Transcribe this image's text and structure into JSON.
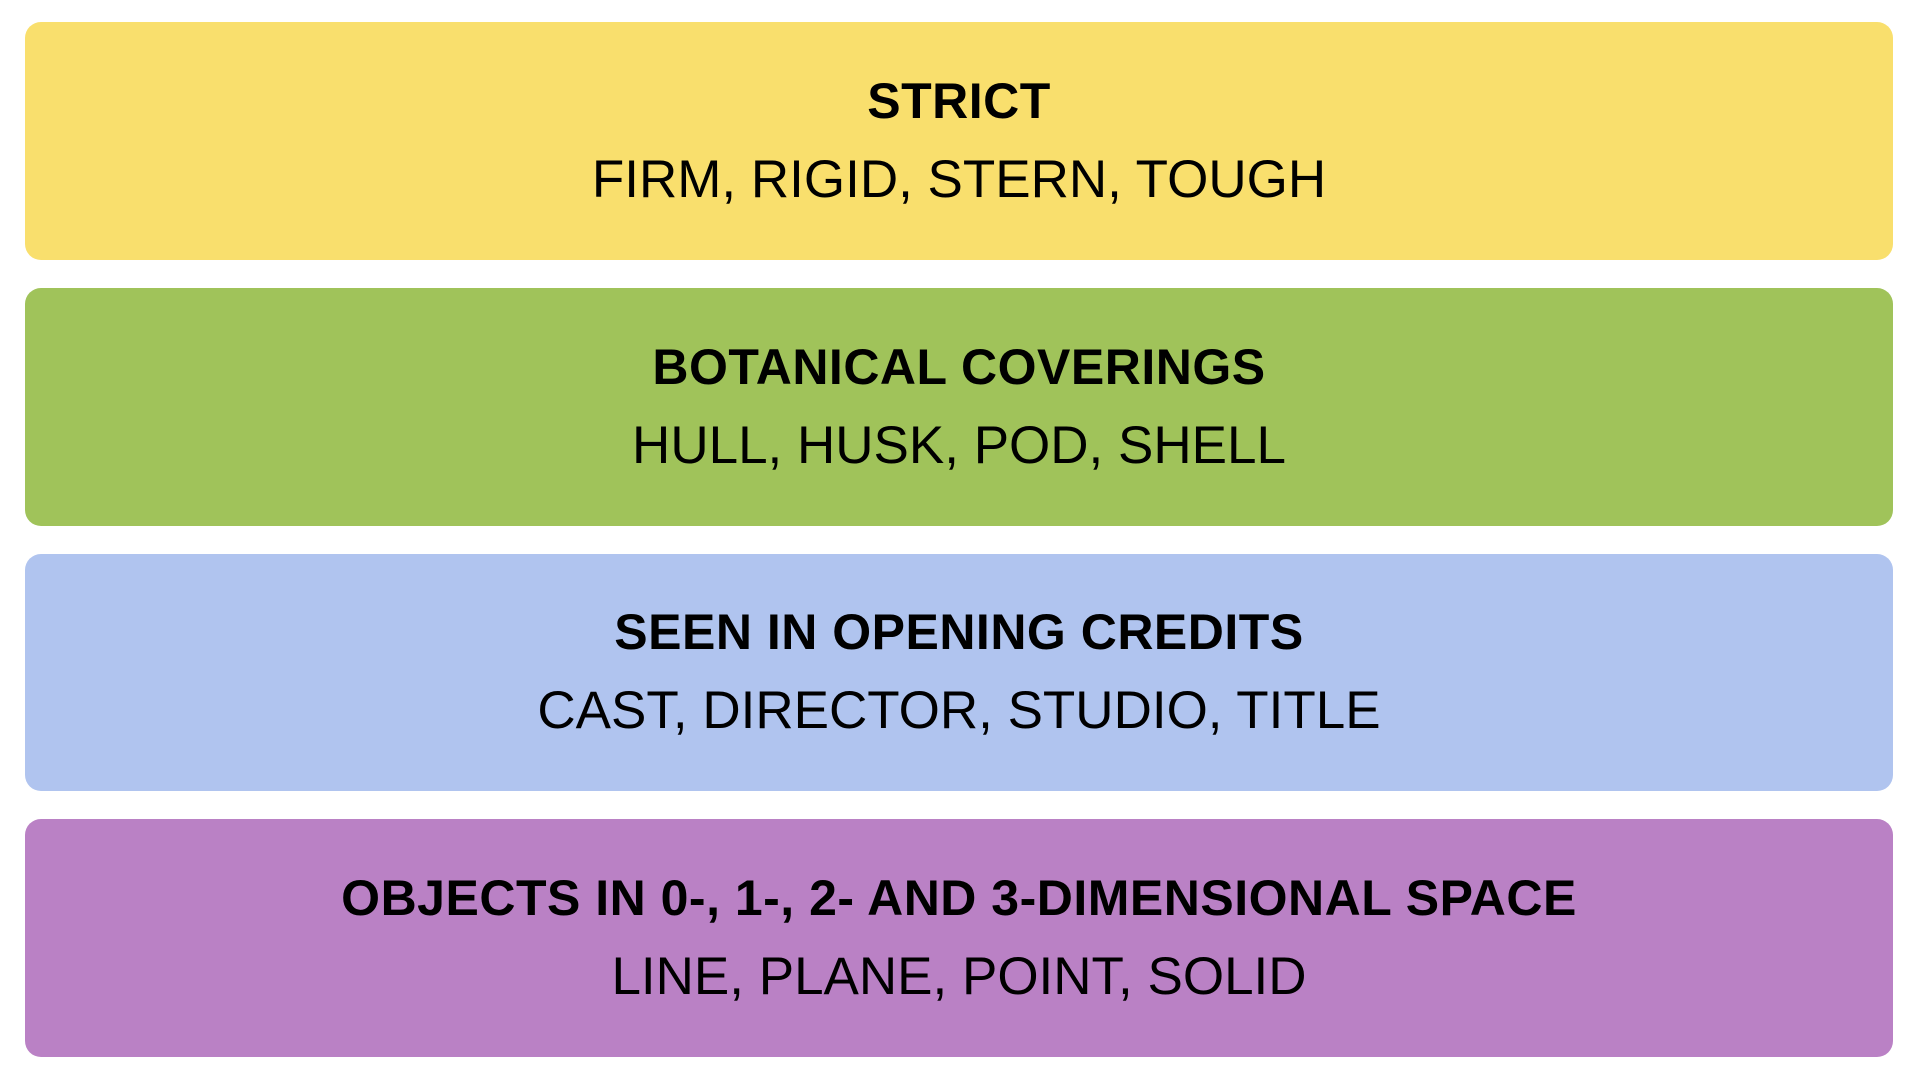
{
  "page": {
    "background_color": "#ffffff",
    "text_color": "#000000"
  },
  "groups": [
    {
      "name": "yellow-group",
      "color": "#F9DF6D",
      "title": "STRICT",
      "words": "FIRM, RIGID, STERN, TOUGH"
    },
    {
      "name": "green-group",
      "color": "#A0C35A",
      "title": "BOTANICAL COVERINGS",
      "words": "HULL, HUSK, POD, SHELL"
    },
    {
      "name": "blue-group",
      "color": "#B0C4EF",
      "title": "SEEN IN OPENING CREDITS",
      "words": "CAST, DIRECTOR, STUDIO, TITLE"
    },
    {
      "name": "purple-group",
      "color": "#BA81C5",
      "title": "OBJECTS IN 0-, 1-, 2- AND 3-DIMENSIONAL SPACE",
      "words": "LINE, PLANE, POINT, SOLID"
    }
  ]
}
